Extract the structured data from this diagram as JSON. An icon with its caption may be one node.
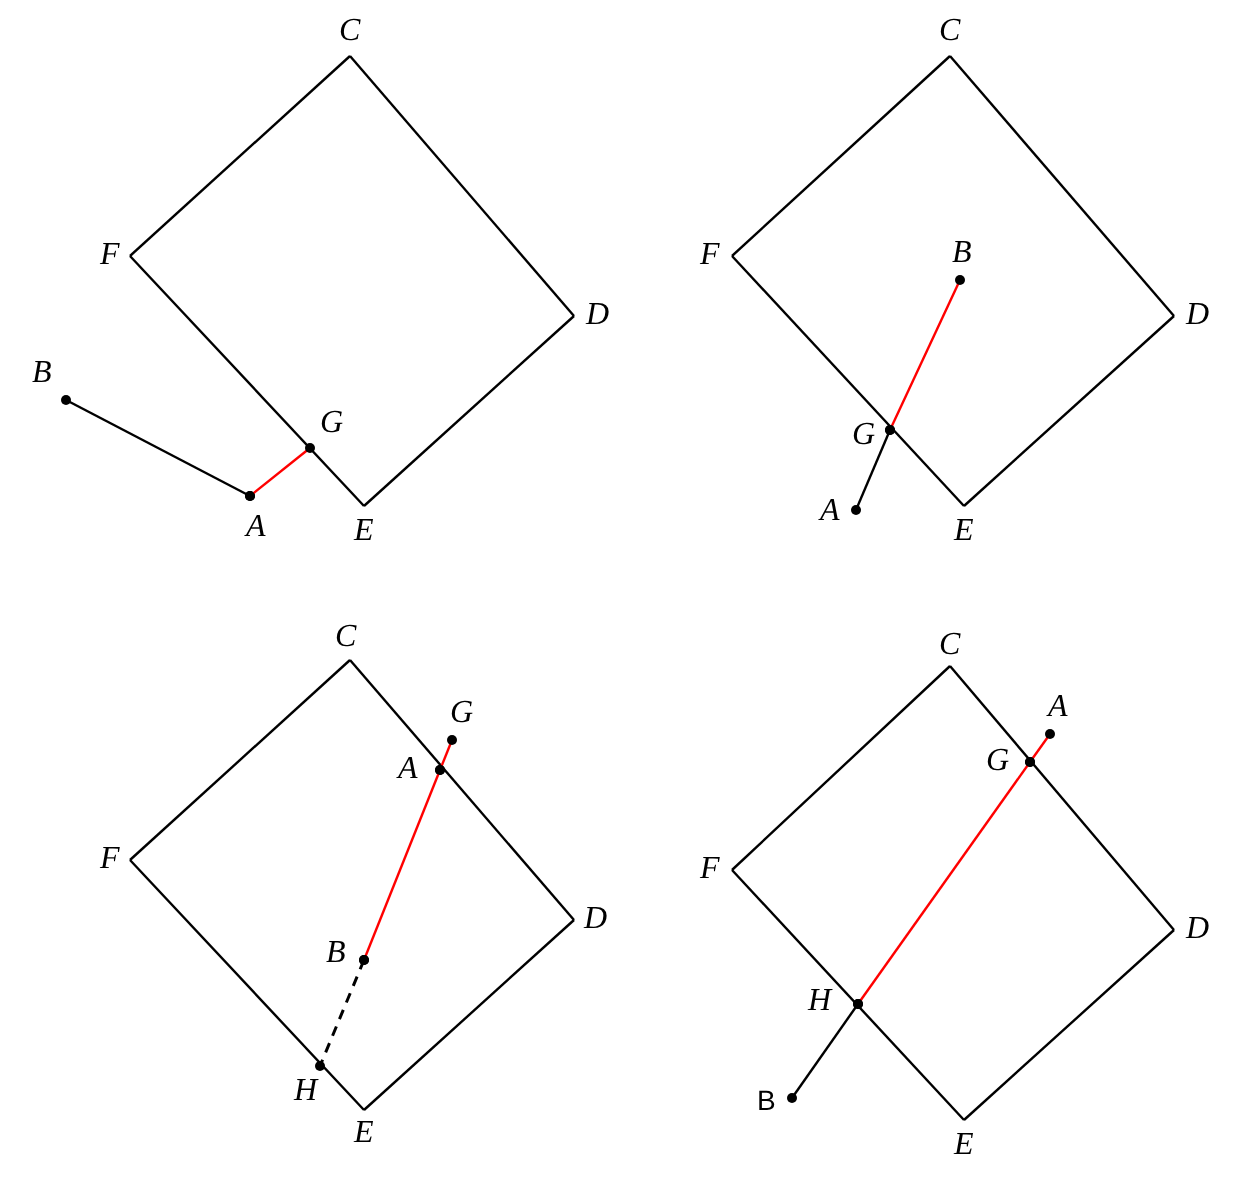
{
  "diagram": {
    "nodes": [
      {
        "text": [
          "C"
        ]
      },
      {
        "text": [
          "F"
        ]
      },
      {
        "text": [
          "D"
        ]
      },
      {
        "text": [
          "E"
        ]
      },
      {
        "text": [
          "B"
        ]
      },
      {
        "text": [
          "A"
        ]
      },
      {
        "text": [
          "G"
        ]
      },
      {
        "text": [
          "C"
        ]
      },
      {
        "text": [
          "F"
        ]
      },
      {
        "text": [
          "D"
        ]
      },
      {
        "text": [
          "E"
        ]
      },
      {
        "text": [
          "B"
        ]
      },
      {
        "text": [
          "G"
        ]
      },
      {
        "text": [
          "A"
        ]
      },
      {
        "text": [
          "C"
        ]
      },
      {
        "text": [
          "F"
        ]
      },
      {
        "text": [
          "D"
        ]
      },
      {
        "text": [
          "E"
        ]
      },
      {
        "text": [
          "G"
        ]
      },
      {
        "text": [
          "A"
        ]
      },
      {
        "text": [
          "B"
        ]
      },
      {
        "text": [
          "H"
        ]
      },
      {
        "text": [
          "C"
        ]
      },
      {
        "text": [
          "F"
        ]
      },
      {
        "text": [
          "D"
        ]
      },
      {
        "text": [
          "E"
        ]
      },
      {
        "text": [
          "A"
        ]
      },
      {
        "text": [
          "G"
        ]
      },
      {
        "text": [
          "H"
        ]
      },
      {
        "text": [
          "B"
        ]
      }
    ],
    "edges": [
      {
        "from": 0,
        "to": 2,
        "arrow": "none"
      },
      {
        "from": 2,
        "to": 3,
        "arrow": "none"
      },
      {
        "from": 3,
        "to": 1,
        "arrow": "none"
      },
      {
        "from": 1,
        "to": 0,
        "arrow": "none"
      },
      {
        "from": 4,
        "to": 5,
        "arrow": "other"
      },
      {
        "from": 5,
        "to": 6,
        "arrow": "other",
        "color": "#ff0000"
      },
      {
        "from": 7,
        "to": 9,
        "arrow": "none"
      },
      {
        "from": 9,
        "to": 10,
        "arrow": "none"
      },
      {
        "from": 10,
        "to": 8,
        "arrow": "none"
      },
      {
        "from": 8,
        "to": 7,
        "arrow": "none"
      },
      {
        "from": 11,
        "to": 12,
        "arrow": "other",
        "color": "#ff0000"
      },
      {
        "from": 12,
        "to": 13,
        "arrow": "other"
      },
      {
        "from": 14,
        "to": 16,
        "arrow": "none"
      },
      {
        "from": 16,
        "to": 17,
        "arrow": "none"
      },
      {
        "from": 17,
        "to": 15,
        "arrow": "none"
      },
      {
        "from": 15,
        "to": 14,
        "arrow": "none"
      },
      {
        "from": 18,
        "to": 19,
        "arrow": "other",
        "color": "#ff0000"
      },
      {
        "from": 19,
        "to": 20,
        "arrow": "other",
        "color": "#ff0000"
      },
      {
        "from": 20,
        "to": 21,
        "arrow": "other",
        "style": "dashed"
      },
      {
        "from": 22,
        "to": 24,
        "arrow": "none"
      },
      {
        "from": 24,
        "to": 25,
        "arrow": "none"
      },
      {
        "from": 25,
        "to": 23,
        "arrow": "none"
      },
      {
        "from": 23,
        "to": 22,
        "arrow": "none"
      },
      {
        "from": 26,
        "to": 27,
        "arrow": "other",
        "color": "#ff0000"
      },
      {
        "from": 27,
        "to": 28,
        "arrow": "other",
        "color": "#ff0000"
      },
      {
        "from": 28,
        "to": 29,
        "arrow": "other"
      }
    ]
  }
}
